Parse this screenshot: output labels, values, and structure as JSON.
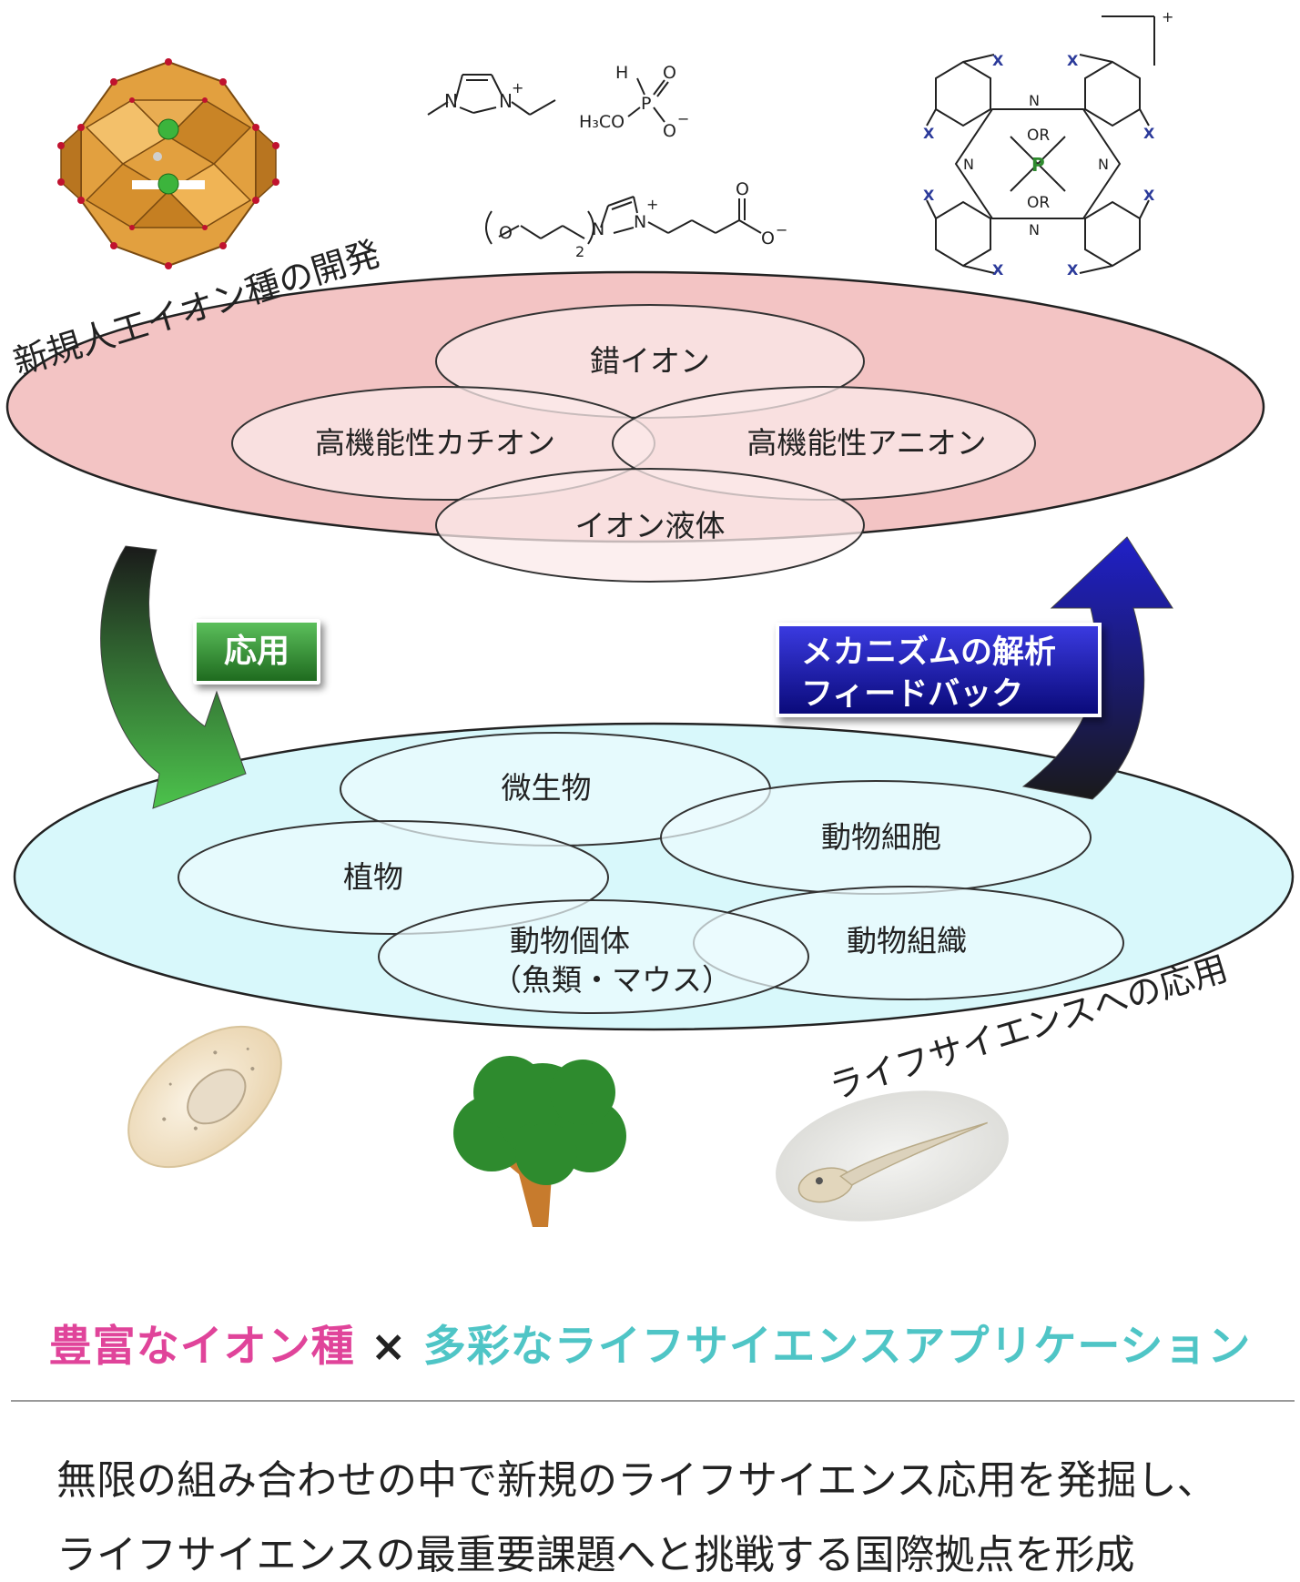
{
  "top_layer": {
    "label": "新規人工イオン種の開発",
    "ellipses": [
      "錯イオン",
      "高機能性カチオン",
      "高機能性アニオン",
      "イオン液体"
    ],
    "fill": "#f3c4c4"
  },
  "bottom_layer": {
    "label": "ライフサイエンスへの応用",
    "ellipses": [
      "微生物",
      "動物細胞",
      "植物",
      "動物組織"
    ],
    "multiline_item": {
      "line1": "動物個体",
      "line2": "（魚類・マウス）"
    },
    "fill": "#d8f8fb"
  },
  "arrows": {
    "down_label": "応用",
    "up_label_line1": "メカニズムの解析",
    "up_label_line2": "フィードバック",
    "down_color": "#3a9a3a",
    "up_color": "#1a1aa8"
  },
  "chemistry": {
    "cation1": {
      "n1": "N",
      "n2": "N",
      "charge": "+"
    },
    "anion1": {
      "h": "H",
      "p": "P",
      "o1": "O",
      "o2": "O",
      "o3": "O",
      "meo": "H₃CO",
      "charge": "−"
    },
    "zwitterion": {
      "o": "O",
      "sub": "2",
      "n1": "N",
      "n2": "N",
      "charge": "+",
      "co": "O",
      "cominus": "O",
      "cocharge": "−"
    },
    "phthalocyanine": {
      "center": "P",
      "or1": "OR",
      "or2": "OR",
      "n": "N",
      "x": "X",
      "charge": "+"
    }
  },
  "footer": {
    "heading_part1": "豊富なイオン種",
    "heading_cross": "×",
    "heading_part2": "多彩なライフサイエンスアプリケーション",
    "line1": "無限の組み合わせの中で新規のライフサイエンス応用を発掘し、",
    "line2": "ライフサイエンスの最重要課題へと挑戦する国際拠点を形成"
  }
}
